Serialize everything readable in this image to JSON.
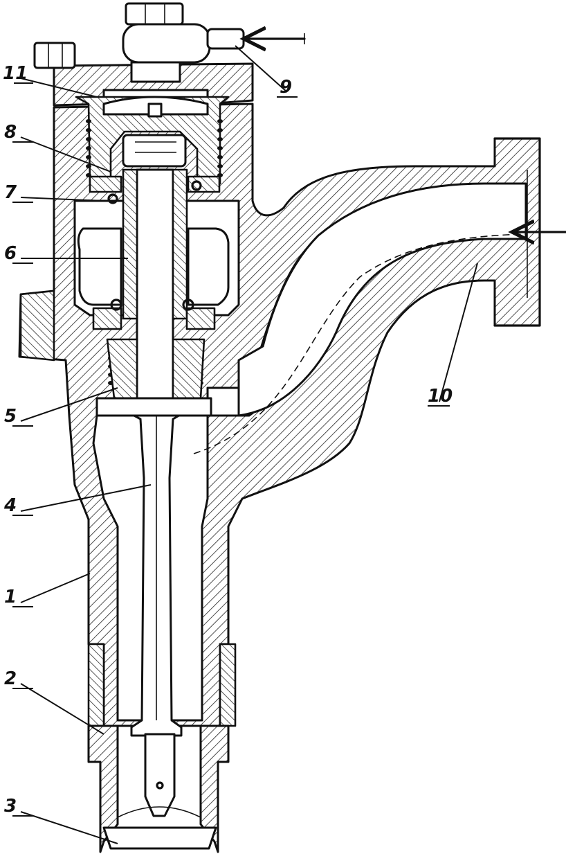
{
  "diagram": {
    "labels": [
      {
        "id": "callout-1",
        "text": "1"
      },
      {
        "id": "callout-2",
        "text": "2"
      },
      {
        "id": "callout-3",
        "text": "3"
      },
      {
        "id": "callout-4",
        "text": "4"
      },
      {
        "id": "callout-5",
        "text": "5"
      },
      {
        "id": "callout-6",
        "text": "6"
      },
      {
        "id": "callout-7",
        "text": "7"
      },
      {
        "id": "callout-8",
        "text": "8"
      },
      {
        "id": "callout-9",
        "text": "9"
      },
      {
        "id": "callout-10",
        "text": "10"
      },
      {
        "id": "callout-11",
        "text": "11"
      }
    ]
  }
}
